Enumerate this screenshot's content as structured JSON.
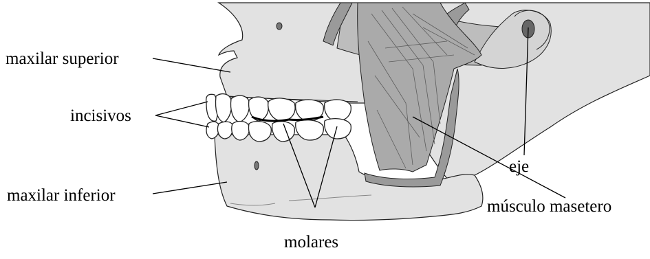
{
  "diagram": {
    "labels": {
      "maxilar_superior": "maxilar superior",
      "incisivos": "incisivos",
      "maxilar_inferior": "maxilar inferior",
      "molares": "molares",
      "eje": "eje",
      "musculo_masetero": "músculo masetero"
    },
    "colors": {
      "bone": "#e2e2e2",
      "bone_dark": "#bdbdbd",
      "muscle": "#aaaaaa",
      "muscle_dark": "#8c8c8c",
      "marrow": "#8a8a8a",
      "outline": "#222222",
      "background": "#ffffff"
    }
  }
}
